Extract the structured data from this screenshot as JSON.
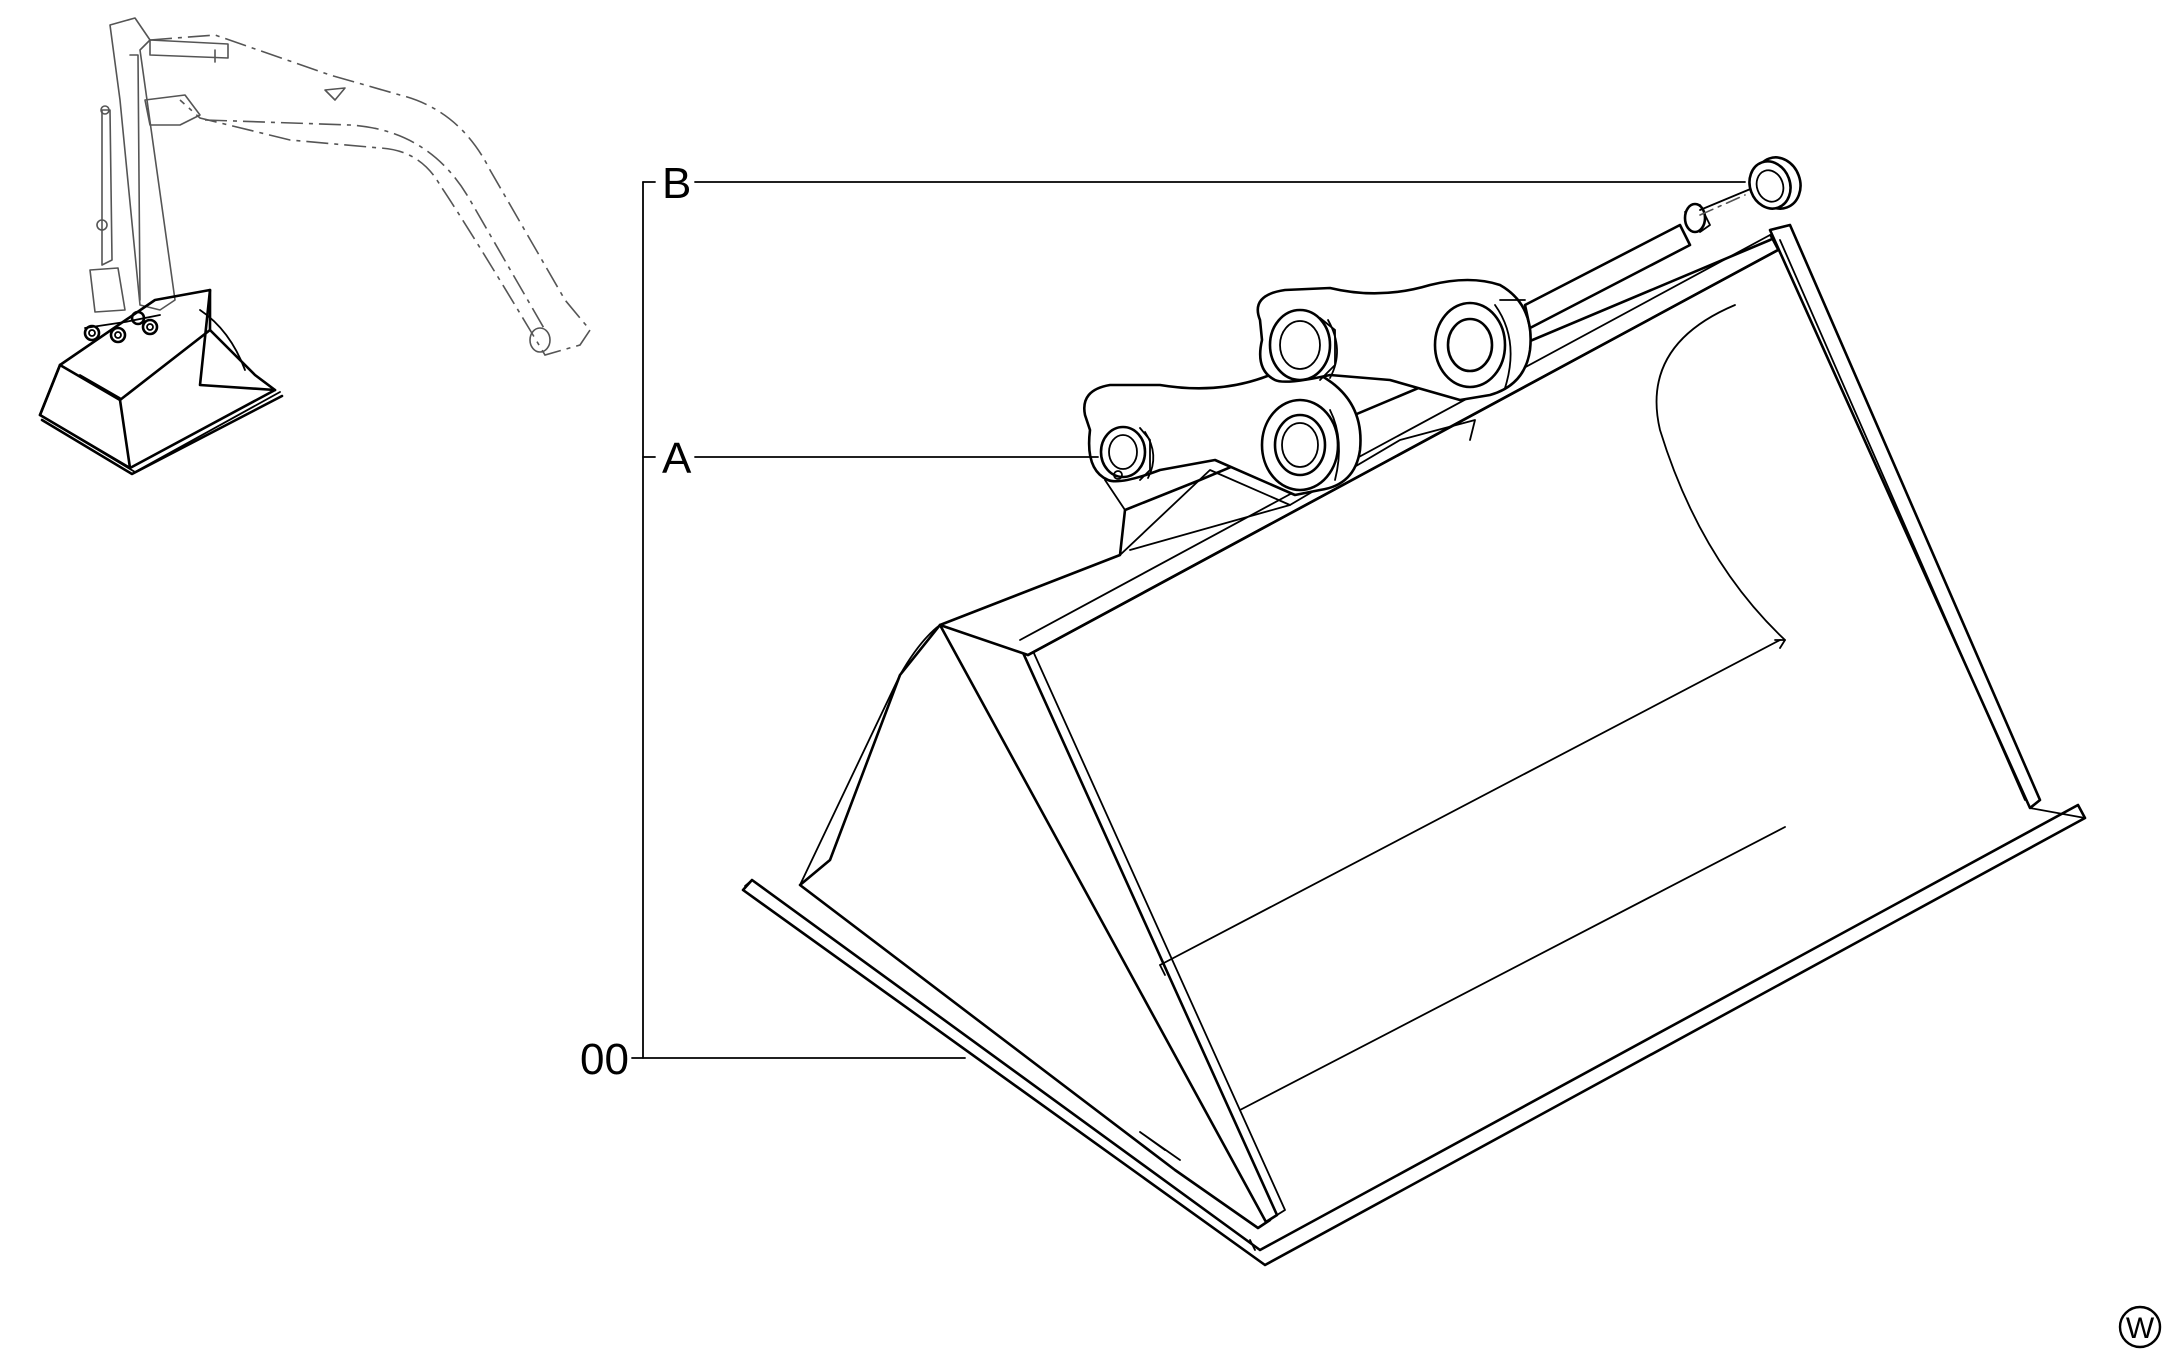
{
  "callouts": {
    "b": "B",
    "a": "A",
    "assembly": "00"
  },
  "badge": "W",
  "icons": {
    "overview": "excavator-arm-overview-icon",
    "bucket": "bucket-drawing-icon",
    "badge": "circled-w-icon"
  },
  "colors": {
    "line": "#000000",
    "background": "#ffffff"
  }
}
